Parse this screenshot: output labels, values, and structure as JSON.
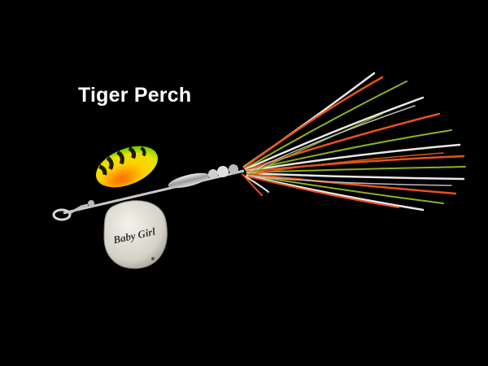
{
  "product": {
    "title": "Tiger Perch",
    "blade_logo": "Baby Girl"
  },
  "colors": {
    "background": "#000000",
    "title": "#ffffff",
    "body_orange": "#ff7a00",
    "body_yellow": "#e8e400",
    "body_green": "#4cc400",
    "tiger_stripes": "#1a1a0a",
    "blade_silver": "#d9d6cc",
    "skirt_orange": "#e8521a",
    "skirt_white": "#e8e8e8",
    "skirt_green": "#8fb020"
  },
  "icons": {
    "lure": "inline-spinner-bait"
  }
}
